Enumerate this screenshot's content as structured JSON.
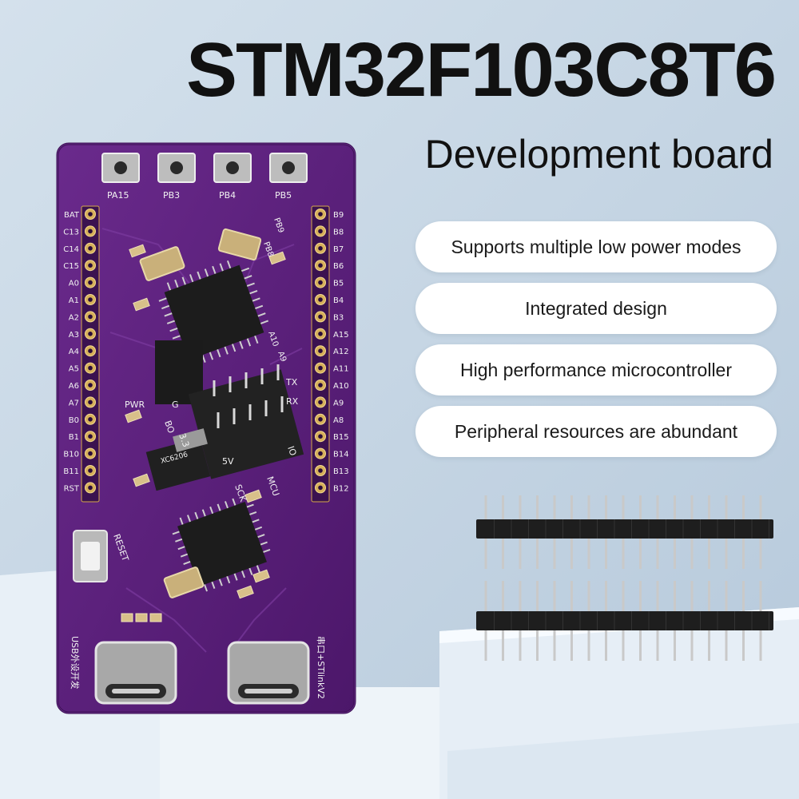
{
  "header": {
    "title": "STM32F103C8T6",
    "subtitle": "Development board"
  },
  "features": [
    "Supports multiple low power modes",
    "Integrated design",
    "High performance microcontroller",
    "Peripheral resources are abundant"
  ],
  "board": {
    "buttons": [
      "PA15",
      "PB3",
      "PB4",
      "PB5"
    ],
    "left_pins": [
      "BAT",
      "C13",
      "C14",
      "C15",
      "A0",
      "A1",
      "A2",
      "A3",
      "A4",
      "A5",
      "A6",
      "A7",
      "B0",
      "B1",
      "B10",
      "B11",
      "RST"
    ],
    "right_pins": [
      "B9",
      "B8",
      "B7",
      "B6",
      "B5",
      "B4",
      "B3",
      "A15",
      "A12",
      "A11",
      "A10",
      "A9",
      "A8",
      "B15",
      "B14",
      "B13",
      "B12"
    ],
    "misc_labels": {
      "pb8": "PB8",
      "pb9": "PB9",
      "a10": "A10",
      "a9": "A9",
      "tx": "TX",
      "rx": "RX",
      "pwr": "PWR",
      "g": "G",
      "bo": "BO",
      "v33": "3.3",
      "v5": "5V",
      "io": "IO",
      "sck": "SCK",
      "mcu": "MCU",
      "reset": "RESET",
      "usb_left": "USB外设开发",
      "usb_right": "串口+STlinkV2",
      "regulator": "XC6206"
    }
  },
  "colors": {
    "pcb": "#5a1f7a",
    "background": "#c9d8e6",
    "pill": "#ffffff"
  }
}
